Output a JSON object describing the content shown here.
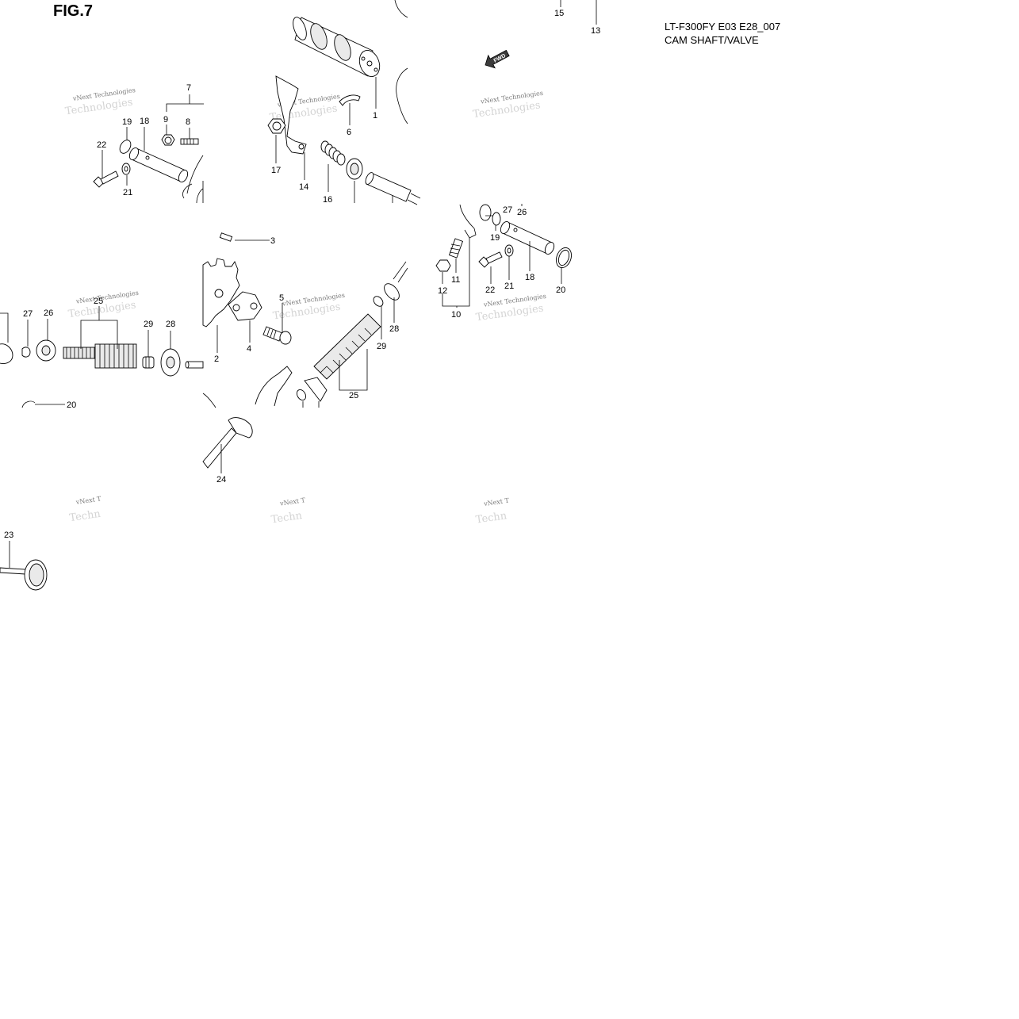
{
  "figure": {
    "title": "FIG.7",
    "model_code": "LT-F300FY E03 E28_007",
    "section_name": "CAM SHAFT/VALVE",
    "direction_badge": "FWD"
  },
  "watermark": {
    "line1": "vNext Technologies",
    "line2": "Technologies",
    "partial1": "vNext T",
    "partial2": "Techn"
  },
  "callouts": {
    "c1": "1",
    "c2": "2",
    "c3": "3",
    "c4": "4",
    "c5": "5",
    "c6": "6",
    "c7": "7",
    "c8": "8",
    "c9": "9",
    "c10": "10",
    "c11": "11",
    "c12": "12",
    "c13": "13",
    "c14": "14",
    "c15": "15",
    "c16": "16",
    "c17": "17",
    "c18a": "18",
    "c18b": "18",
    "c19a": "19",
    "c19b": "19",
    "c20a": "20",
    "c20b": "20",
    "c21a": "21",
    "c21b": "21",
    "c22a": "22",
    "c22b": "22",
    "c23": "23",
    "c24": "24",
    "c25a": "25",
    "c25b": "25",
    "c26a": "26",
    "c26b": "26",
    "c27a": "27",
    "c27b": "27",
    "c28a": "28",
    "c28b": "28",
    "c29a": "29",
    "c29b": "29"
  }
}
